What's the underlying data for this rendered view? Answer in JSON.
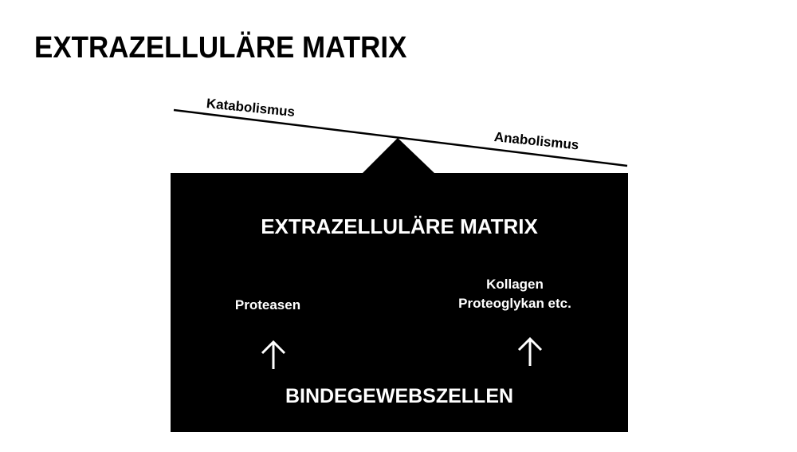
{
  "page": {
    "title": "EXTRAZELLULÄRE MATRIX"
  },
  "lever": {
    "left_label": "Katabolismus",
    "right_label": "Anabolismus"
  },
  "box": {
    "title": "EXTRAZELLULÄRE MATRIX",
    "left_item": "Proteasen",
    "right_item_line1": "Kollagen",
    "right_item_line2": "Proteoglykan etc.",
    "footer": "BINDEGEWEBSZELLEN",
    "left_arrow_icon": "arrow-up-icon",
    "right_arrow_icon": "arrow-up-icon"
  },
  "colors": {
    "background": "#ffffff",
    "ink": "#000000",
    "box_text": "#ffffff"
  }
}
